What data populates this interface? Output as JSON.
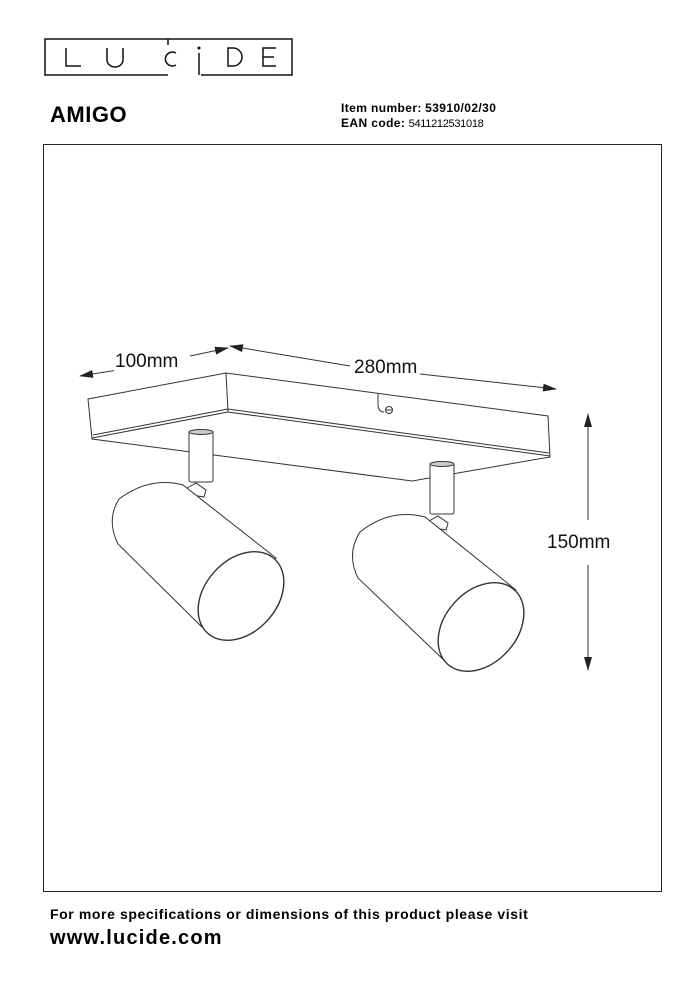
{
  "brand": {
    "logo_letters": [
      "L",
      "U",
      "C",
      "I",
      "D",
      "E"
    ],
    "name": "LUCIDE"
  },
  "product": {
    "name": "AMIGO",
    "item_number_label": "Item number:",
    "item_number": "53910/02/30",
    "ean_label": "EAN code",
    "ean_separator": ":",
    "ean_code": "5411212531018"
  },
  "dimensions": {
    "depth": "100mm",
    "length": "280mm",
    "height": "150mm"
  },
  "drawing": {
    "description": "Ceiling plate with two adjustable cylindrical spotlights",
    "line_color": "#333333"
  },
  "footer": {
    "note": "For more specifications or dimensions of this product please visit",
    "url": "www.lucide.com"
  }
}
